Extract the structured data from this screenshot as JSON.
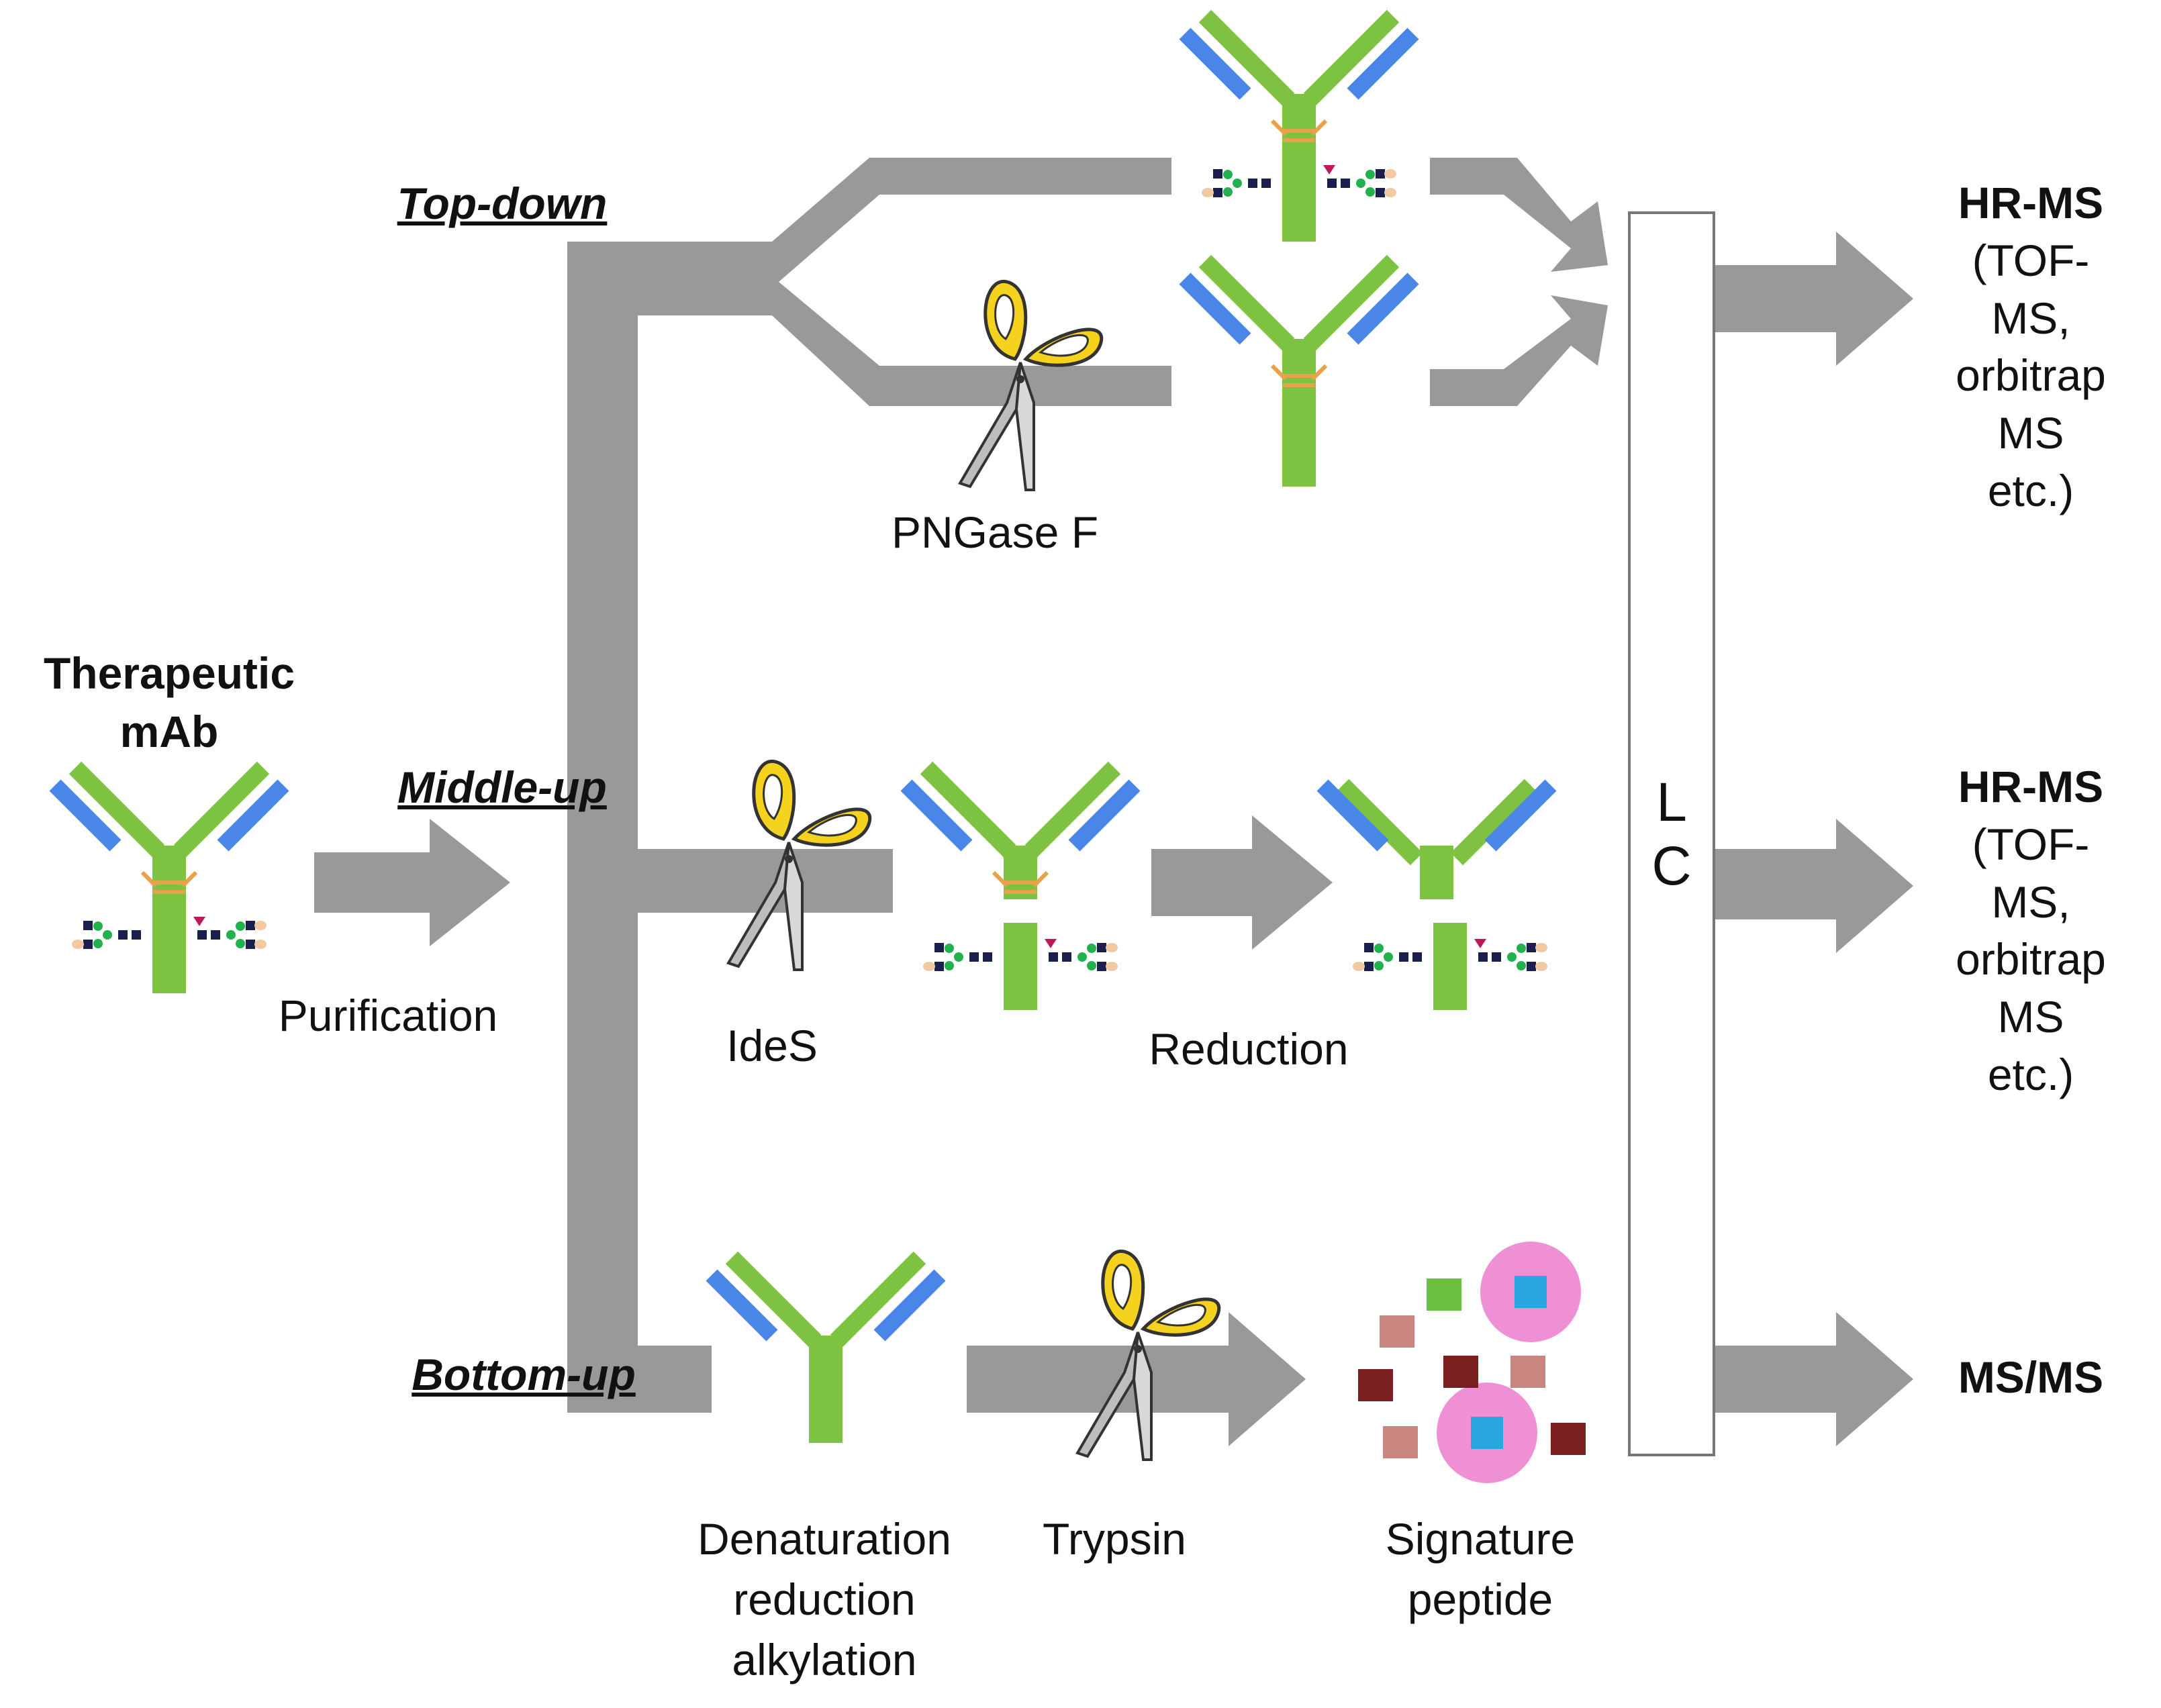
{
  "labels": {
    "therapeutic": "Therapeutic",
    "mab": "mAb",
    "purification": "Purification",
    "top_down": "Top-down",
    "middle_up": "Middle-up",
    "bottom_up": "Bottom-up",
    "pngase": "PNGase F",
    "ides": "IdeS",
    "reduction": "Reduction",
    "denaturation_lines": [
      "Denaturation",
      "reduction",
      "alkylation"
    ],
    "trypsin": "Trypsin",
    "signature_lines": [
      "Signature",
      "peptide"
    ]
  },
  "lc": {
    "letters": [
      "L",
      "C"
    ]
  },
  "ms_outputs": [
    {
      "title": "HR-MS",
      "lines": [
        "(TOF-MS,",
        "orbitrap",
        "MS etc.)"
      ]
    },
    {
      "title": "HR-MS",
      "lines": [
        "(TOF-MS,",
        "orbitrap",
        "MS etc.)"
      ]
    },
    {
      "title": "MS/MS",
      "lines": []
    }
  ],
  "colors": {
    "flow_gray": "#999999",
    "heavy_chain_green": "#7ec242",
    "light_chain_blue": "#4a86e8",
    "disulfide_orange": "#e8a24a",
    "scissor_yellow": "#f5d21e",
    "glycan_dark": "#1a1f4d",
    "glycan_green": "#22b14c",
    "glycan_peach": "#f2c9a0",
    "glycan_red": "#c2185b",
    "peptide_pink_bg": "#ef8fd4",
    "peptide_blue": "#29a8e0",
    "peptide_dark_red": "#7b2020",
    "peptide_light_red": "#c98580",
    "peptide_green": "#6cc040"
  }
}
